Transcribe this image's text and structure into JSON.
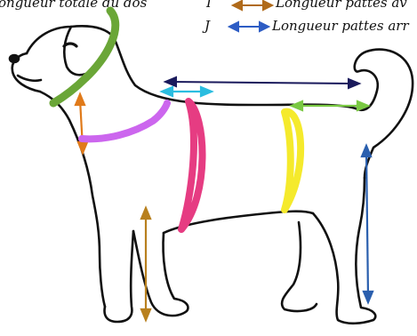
{
  "legend": {
    "back_length": {
      "text": "ongueur totale du dos"
    },
    "front_legs": {
      "letter": "I",
      "text": "Longueur pattes av"
    },
    "rear_legs": {
      "letter": "J",
      "text": "Longueur pattes arr"
    }
  },
  "colors": {
    "outline": "#111111",
    "neck_collar": "#6aa637",
    "neck_to_chest_arrow": "#e07a1a",
    "chest_strap": "#cc66ee",
    "shoulder_arrow": "#2bbde0",
    "back_arrow": "#1a1a5c",
    "girth_band": "#e63c82",
    "waist_arrow": "#7ac943",
    "waist_band": "#f5ea2c",
    "front_leg_arrow": "#b8801e",
    "rear_leg_arrow": "#2a5fae",
    "legend_front_arrow": "#b06a1a",
    "legend_rear_arrow": "#2d5cc4"
  }
}
